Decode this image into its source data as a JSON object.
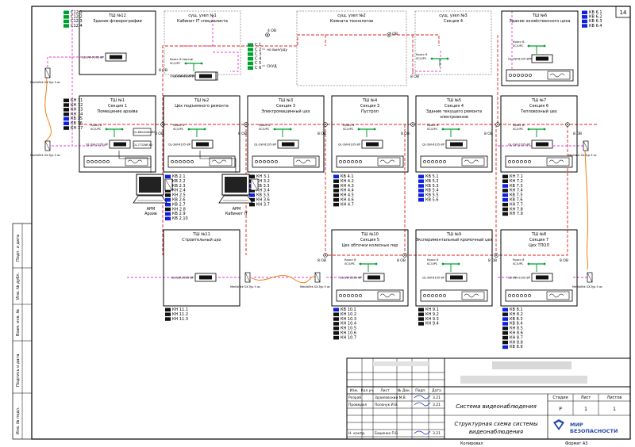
{
  "sheet_number": "14",
  "cabinets": [
    {
      "id": "tsh12",
      "title": "ТШ №12",
      "subtitle": "Здание флюорографии"
    },
    {
      "id": "uzel1",
      "title": "сущ. узел №1",
      "subtitle": "Кабинет IT специалиста"
    },
    {
      "id": "uzel2",
      "title": "сущ. узел №2",
      "subtitle": "Комната технологов"
    },
    {
      "id": "uzel3",
      "title": "сущ. узел №3",
      "subtitle": "Секция 4"
    },
    {
      "id": "tsh6",
      "title": "ТШ №6",
      "subtitle": "Здание хозяйственного цеха"
    },
    {
      "id": "tsh1",
      "title": "ТШ №1",
      "subtitle": "Секция 1",
      "subtitle2": "Помещение архива"
    },
    {
      "id": "tsh2",
      "title": "ТШ №2",
      "subtitle": "Цех подъемного ремонта"
    },
    {
      "id": "tsh3",
      "title": "ТШ №3",
      "subtitle": "Секция 3",
      "subtitle2": "Электромашинный цех"
    },
    {
      "id": "tsh4",
      "title": "ТШ №4",
      "subtitle": "Секция 3",
      "subtitle2": "Пустроп"
    },
    {
      "id": "tsh5",
      "title": "ТШ №5",
      "subtitle": "Секция 4",
      "subtitle2": "Здание текущего ремонта",
      "subtitle3": "электровозов"
    },
    {
      "id": "tsh7",
      "title": "ТШ №7",
      "subtitle": "Секция 6",
      "subtitle2": "Тепловозный цех"
    },
    {
      "id": "tsh11",
      "title": "ТШ №11",
      "subtitle": "Строительный цех"
    },
    {
      "id": "tsh10",
      "title": "ТШ №10",
      "subtitle": "Секция 5",
      "subtitle2": "Цех обточки колесных пар"
    },
    {
      "id": "tsh9",
      "title": "ТШ №9",
      "subtitle": "Экспериментальный кромочный цех"
    },
    {
      "id": "tsh8",
      "title": "ТШ №8",
      "subtitle": "Секция 7",
      "subtitle2": "Цех ТПОЛ"
    }
  ],
  "switch_labels": {
    "tsh12": "QL-SW-2005-8P",
    "uzel1": "QL-SW-6105-8PP",
    "tsh6": "QL-SW-6105-8PP",
    "tsh1": "QL-SW-2205-8P",
    "tsh2": "QL-SW-6105-8P",
    "tsh3": "QL-SW-6105-8P",
    "tsh4": "QL-SW-6105-8P",
    "tsh5": "QL-SW-6105-8P",
    "tsh7": "QL-SW-2205-8P",
    "tsh11": "QL-SW-2005-8P",
    "tsh10": "QL-SW-2205-8P",
    "tsh9": "QL-SW-6105-8P",
    "tsh8": "QL-SW-2205-8P"
  },
  "cross_label": "Кросс 8",
  "cross_sub": "SC/UPC",
  "cross_label_uzel1": "Кросс 8 портов",
  "fiber_labels": {
    "f8": "8 ОВ",
    "f4": "4 ОВ"
  },
  "media_label": "MediaTek SX-Typ 5 oc",
  "media_label_short": "Media-b SX-Typ 5 oc",
  "nvr_labels": [
    "QL-8NV4008-8M",
    "QL-7732NR-8U"
  ],
  "arm": [
    {
      "title": "АРМ",
      "subtitle": "Архив"
    },
    {
      "title": "АРМ",
      "subtitle": "Кабинет IT"
    }
  ],
  "uzel1_notes": {
    "new": "но вые/уду",
    "old": "СКУД"
  },
  "groups": {
    "s12": [
      "С12.1",
      "С12.2",
      "С12.3",
      "С12.4"
    ],
    "kv6": [
      "КВ 6.1",
      "КВ 6.2",
      "КВ 6.3",
      "КВ 6.4"
    ],
    "kn1": [
      "КН 11",
      "КН 12",
      "КН 13",
      "КН 14",
      "КВ 15",
      "КВ 16",
      "КН 17"
    ],
    "c_uzel1": [
      "С 1",
      "С 2",
      "С 3",
      "С 4",
      "С 5",
      "С 6"
    ],
    "kv2": [
      "КВ 2.1",
      "КВ 2.2",
      "КВ 2.3",
      "КН 2.4",
      "КН 2.5",
      "КВ 2.6",
      "КВ 2.7",
      "КН 2.8",
      "КВ 2.9",
      "КВ 2.10"
    ],
    "kv3": [
      "КН 3.1",
      "КН 3.2",
      "КВ 3.3",
      "КН 3.4",
      "КВ 3.5",
      "КН 3.6",
      "КН 3.7"
    ],
    "kv4": [
      "КВ 4.1",
      "КН 4.2",
      "КН 4.3",
      "КН 4.4",
      "КН 4.5",
      "КН 4.6",
      "КН 4.7"
    ],
    "kv5": [
      "КВ 5.1",
      "КВ 5.2",
      "КВ 5.3",
      "КВ 5.4",
      "КВ 5.5",
      "КВ 5.6"
    ],
    "kv7": [
      "КН 7.1",
      "КН 7.2",
      "КВ 7.3",
      "КН 7.4",
      "КВ 7.5",
      "КВ 7.6",
      "КН 7.7",
      "КН 7.8",
      "КН 7.9"
    ],
    "kv11": [
      "КН 11.1",
      "КН 11.2",
      "КН 11.3"
    ],
    "kv10": [
      "КВ 10.1",
      "КН 10.2",
      "КН 10.3",
      "КН 10.4",
      "КН 10.5",
      "КН 10.6",
      "КН 10.7"
    ],
    "kv9": [
      "КН 9.1",
      "КН 9.2",
      "КН 9.3",
      "КН 9.4"
    ],
    "kv8": [
      "КВ 8.1",
      "КН 8.2",
      "КВ 8.3",
      "КВ 8.4",
      "КН 8.5",
      "КН 8.6",
      "КН 8.7",
      "КН 8.8",
      "КВ 8.9"
    ]
  },
  "stamp": {
    "col_headers": [
      "Изм.",
      "Кол.уч.",
      "Лист",
      "№ Док.",
      "Подп.",
      "Дата"
    ],
    "rows": [
      {
        "role": "Разраб.",
        "name": "Здзиловский М.В.",
        "date": "3.21"
      },
      {
        "role": "Проверил",
        "name": "Полонук И.В.",
        "date": "3.21"
      },
      {
        "role": "Н. контр.",
        "name": "Башенко П.В.",
        "date": "3.21"
      }
    ],
    "system_title": "Система видеонаблюдения",
    "drawing_title": "Структурная схема системы видеонаблюдения",
    "stage_header": "Стадия",
    "sheet_header": "Лист",
    "sheets_header": "Листов",
    "stage": "Р",
    "sheet": "1",
    "sheets": "1",
    "company": "МИР БЕЗОПАСНОСТИ",
    "copied": "Копировал",
    "format": "Формат А3"
  },
  "side_fields": [
    "Взам. инв. №",
    "Подпись и дата",
    "Инв. № подл.",
    "Инв. № дубл.",
    "Подп. и дата"
  ],
  "colors": {
    "line": "#000000",
    "fiber_red": "#e02020",
    "utp_magenta": "#e040d0",
    "green": "#00a030",
    "blue": "#1020e0",
    "orange": "#f08010",
    "gray": "#888888"
  }
}
